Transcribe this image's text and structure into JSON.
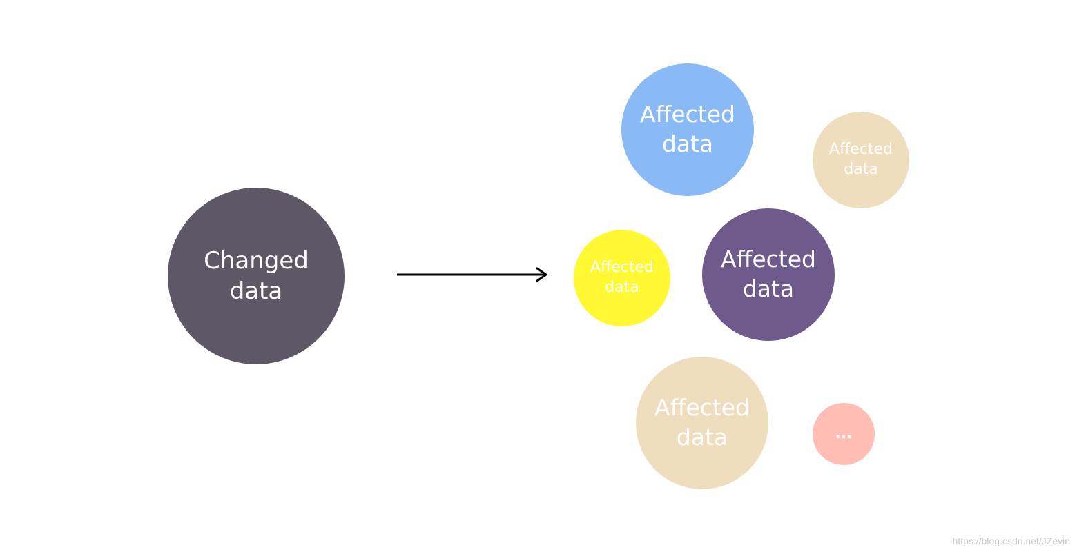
{
  "diagram": {
    "source": {
      "label_lines": [
        "Changed",
        "data"
      ],
      "color": "#5e5766"
    },
    "affected": [
      {
        "id": "blue",
        "label_lines": [
          "Affected",
          "data"
        ],
        "color": "#8abaf5"
      },
      {
        "id": "tan-small",
        "label_lines": [
          "Affected",
          "data"
        ],
        "color": "#eedebe"
      },
      {
        "id": "yellow",
        "label_lines": [
          "Affected",
          "data"
        ],
        "color": "#fff833"
      },
      {
        "id": "purple",
        "label_lines": [
          "Affected",
          "data"
        ],
        "color": "#6e5a8b"
      },
      {
        "id": "tan-large",
        "label_lines": [
          "Affected",
          "data"
        ],
        "color": "#eedebe"
      }
    ],
    "more": {
      "label": "...",
      "color": "#ffbdb4"
    },
    "arrow_color": "#000000"
  },
  "watermark": "https://blog.csdn.net/JZevin"
}
